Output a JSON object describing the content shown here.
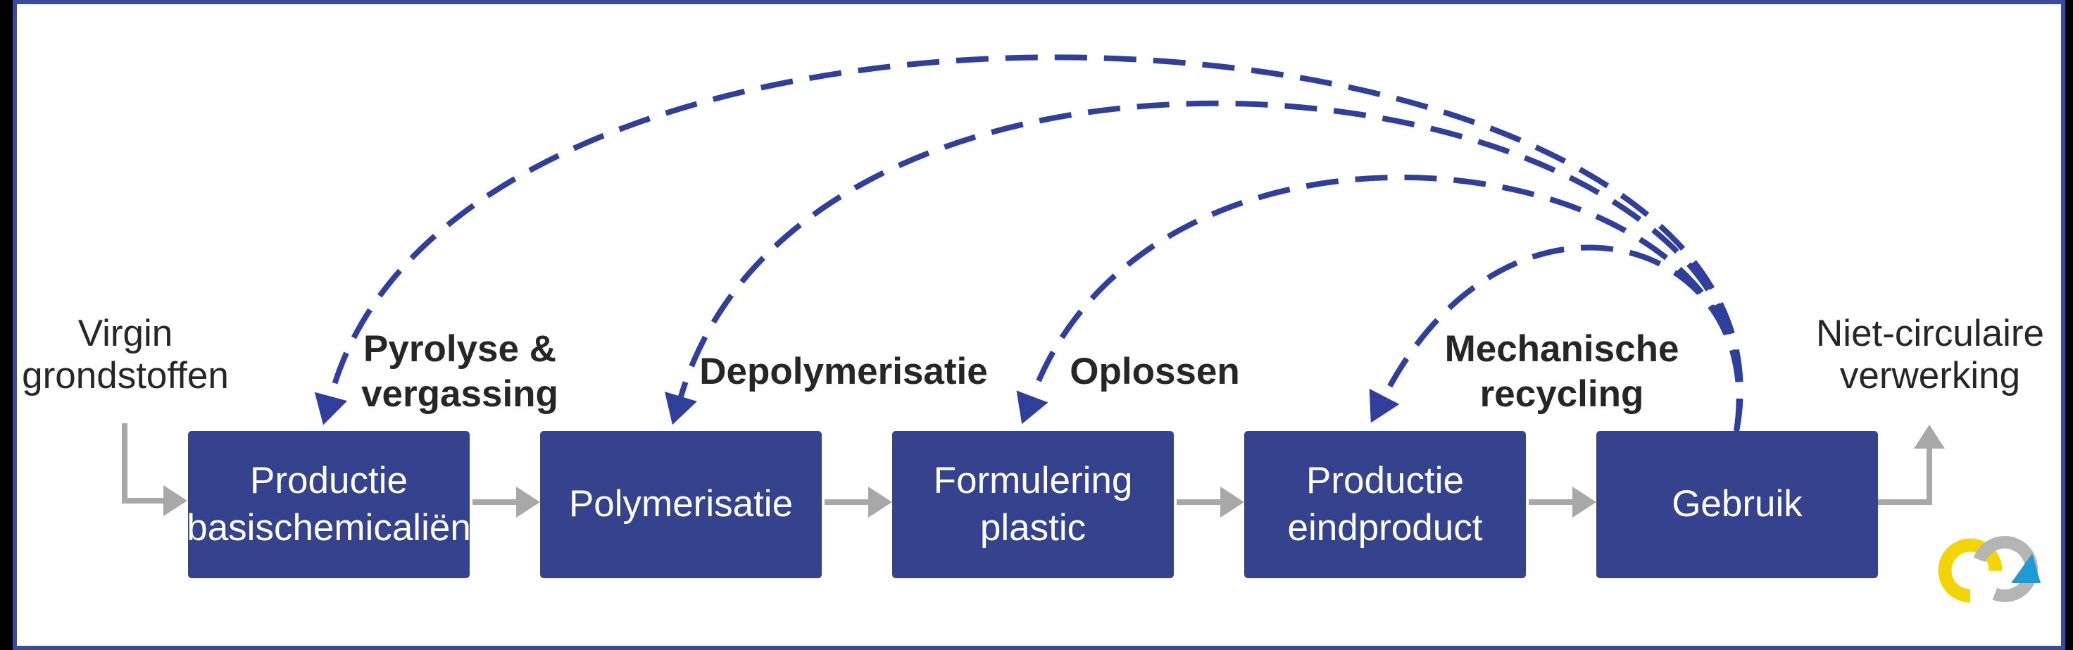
{
  "diagram": {
    "input_label": "Virgin grondstoffen",
    "output_label": "Niet-circulaire verwerking",
    "stages": [
      {
        "label": "Productie basischemicaliën"
      },
      {
        "label": "Polymerisatie"
      },
      {
        "label": "Formulering plastic"
      },
      {
        "label": "Productie eindproduct"
      },
      {
        "label": "Gebruik"
      }
    ],
    "recycling_routes": [
      {
        "label": "Pyrolyse & vergassing",
        "from": "Gebruik",
        "to": "Productie basischemicaliën"
      },
      {
        "label": "Depolymerisatie",
        "from": "Gebruik",
        "to": "Polymerisatie"
      },
      {
        "label": "Oplossen",
        "from": "Gebruik",
        "to": "Formulering plastic"
      },
      {
        "label": "Mechanische recycling",
        "from": "Gebruik",
        "to": "Productie eindproduct"
      }
    ],
    "colors": {
      "box_fill": "#35428e",
      "recycle_arrow_blue": "#30409a",
      "flow_arrow_gray": "#a8a8a8",
      "slide_border_blue": "#3a4a9e",
      "label_text": "#262626",
      "box_text": "#ffffff",
      "logo_yellow": "#f3d404",
      "logo_gray": "#b5b5b5",
      "logo_blue": "#1e9ad6"
    }
  }
}
